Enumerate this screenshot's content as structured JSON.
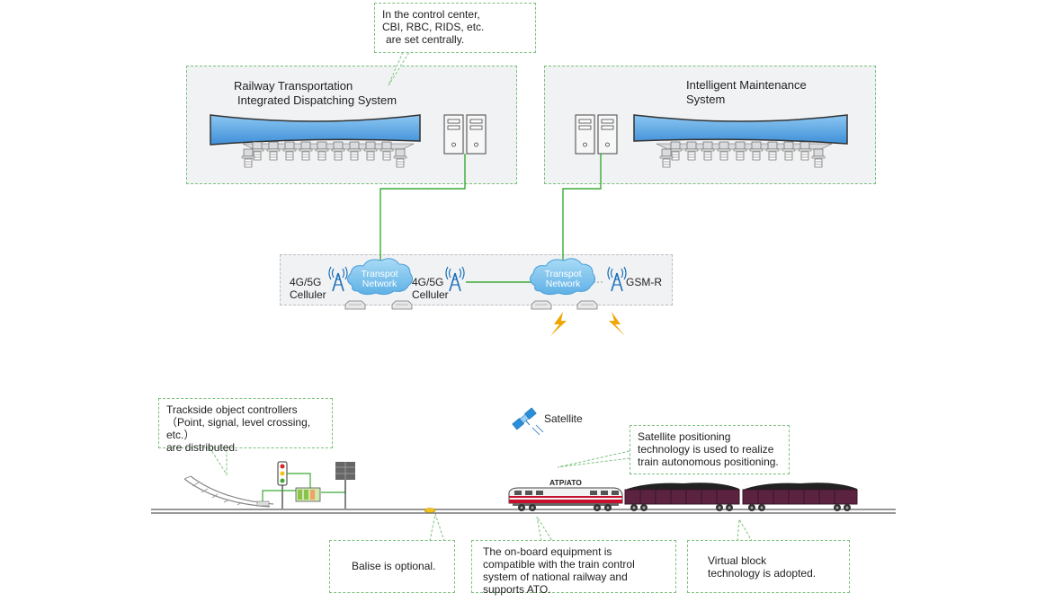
{
  "control_center_note": {
    "line1": "In the control center,",
    "line2": "CBI, RBC, RIDS, etc.",
    "line3": "are set centrally."
  },
  "dispatch_system": {
    "line1": "Railway Transportation",
    "line2": "Integrated Dispatching System"
  },
  "maintenance_system": {
    "line1": "Intelligent Maintenance",
    "line2": "System"
  },
  "network": {
    "cloud_left": {
      "line1": "Transpot",
      "line2": "Network"
    },
    "cloud_right": {
      "line1": "Transpot",
      "line2": "Network"
    },
    "cellular_left": {
      "line1": "4G/5G",
      "line2": "Celluler"
    },
    "cellular_mid": {
      "line1": "4G/5G",
      "line2": "Celluler"
    },
    "gsmr": "GSM-R"
  },
  "trackside_note": {
    "line1": "Trackside object controllers",
    "line2": "（Point, signal, level crossing, etc.）",
    "line3": "are distributed."
  },
  "satellite_label": "Satellite",
  "satellite_note": {
    "line1": "Satellite positioning",
    "line2": "technology is used to realize",
    "line3": "train autonomous positioning."
  },
  "atp_label": "ATP/ATO",
  "balise_note": "Balise is optional.",
  "onboard_note": {
    "line1": "The on-board equipment is",
    "line2": "compatible with the train control",
    "line3": "system of national railway and",
    "line4": "supports ATO."
  },
  "virtual_block_note": {
    "line1": "Virtual block",
    "line2": "technology is adopted."
  },
  "colors": {
    "connector": "#3aaa35",
    "screen_blue": "#5aa6e6",
    "cloud_blue": "#7cc3ee",
    "train_red": "#c8102e",
    "wagon": "#5b2340",
    "antenna": "#1a6fb8",
    "lightning": "#f0a500"
  }
}
